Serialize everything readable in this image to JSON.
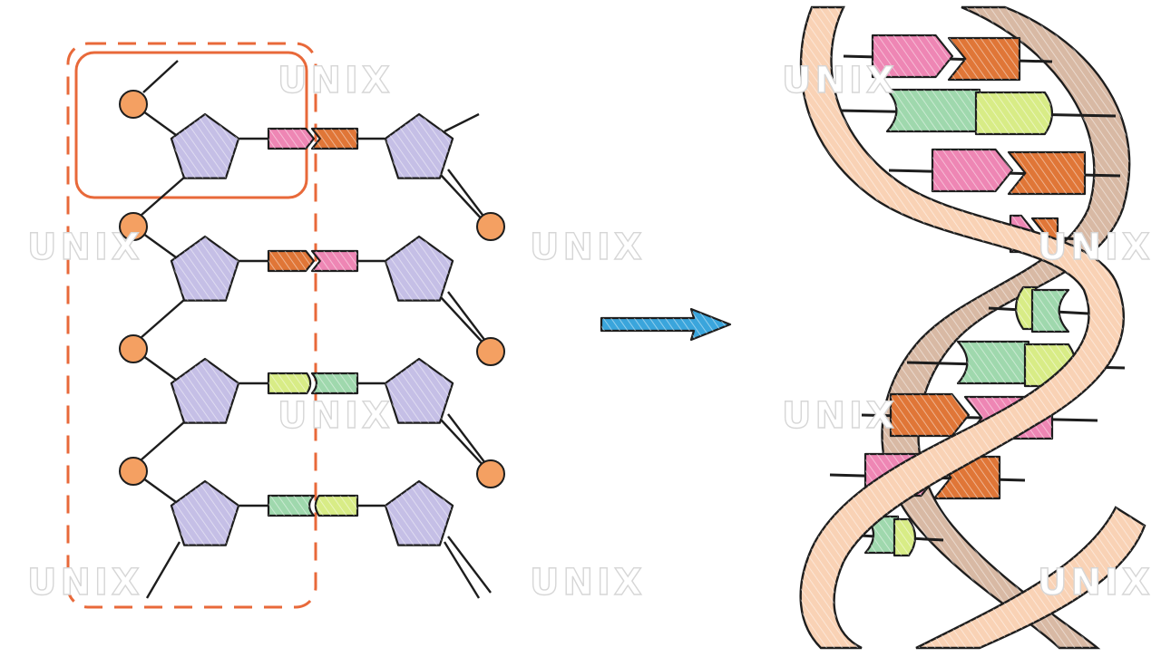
{
  "watermark": {
    "text": "UNIX"
  },
  "colors": {
    "phosphate": "#f4a062",
    "sugar": "#c5bfe6",
    "base_pink": "#ee86b4",
    "base_orange": "#e07637",
    "base_green": "#9fd8ad",
    "base_yellow": "#d8ec86",
    "highlight": "#e8693a",
    "arrow": "#3aa5dc",
    "strand_front": "#f9d2b5",
    "strand_back": "#d8b9a4",
    "outline": "#1d1d1d"
  },
  "ladder": {
    "rows": [
      {
        "left_base": "pink",
        "left_shape": "arrow",
        "right_base": "orange",
        "right_shape": "notch"
      },
      {
        "left_base": "orange",
        "left_shape": "arrow",
        "right_base": "pink",
        "right_shape": "notch"
      },
      {
        "left_base": "yellow",
        "left_shape": "round",
        "right_base": "green",
        "right_shape": "cup"
      },
      {
        "left_base": "green",
        "left_shape": "cup",
        "right_base": "yellow",
        "right_shape": "round"
      }
    ]
  },
  "helix": {
    "pairs": [
      {
        "left": "pink",
        "right": "orange",
        "kind": "arrow"
      },
      {
        "left": "green",
        "right": "yellow",
        "kind": "cup"
      },
      {
        "left": "pink",
        "right": "orange",
        "kind": "arrow"
      },
      {
        "left": "pink",
        "right": "orange",
        "kind": "arrow"
      },
      {
        "left": "yellow",
        "right": "green",
        "kind": "cup"
      },
      {
        "left": "green",
        "right": "yellow",
        "kind": "cup"
      },
      {
        "left": "orange",
        "right": "pink",
        "kind": "arrow"
      },
      {
        "left": "pink",
        "right": "orange",
        "kind": "arrow"
      },
      {
        "left": "green",
        "right": "yellow",
        "kind": "cup"
      }
    ]
  }
}
